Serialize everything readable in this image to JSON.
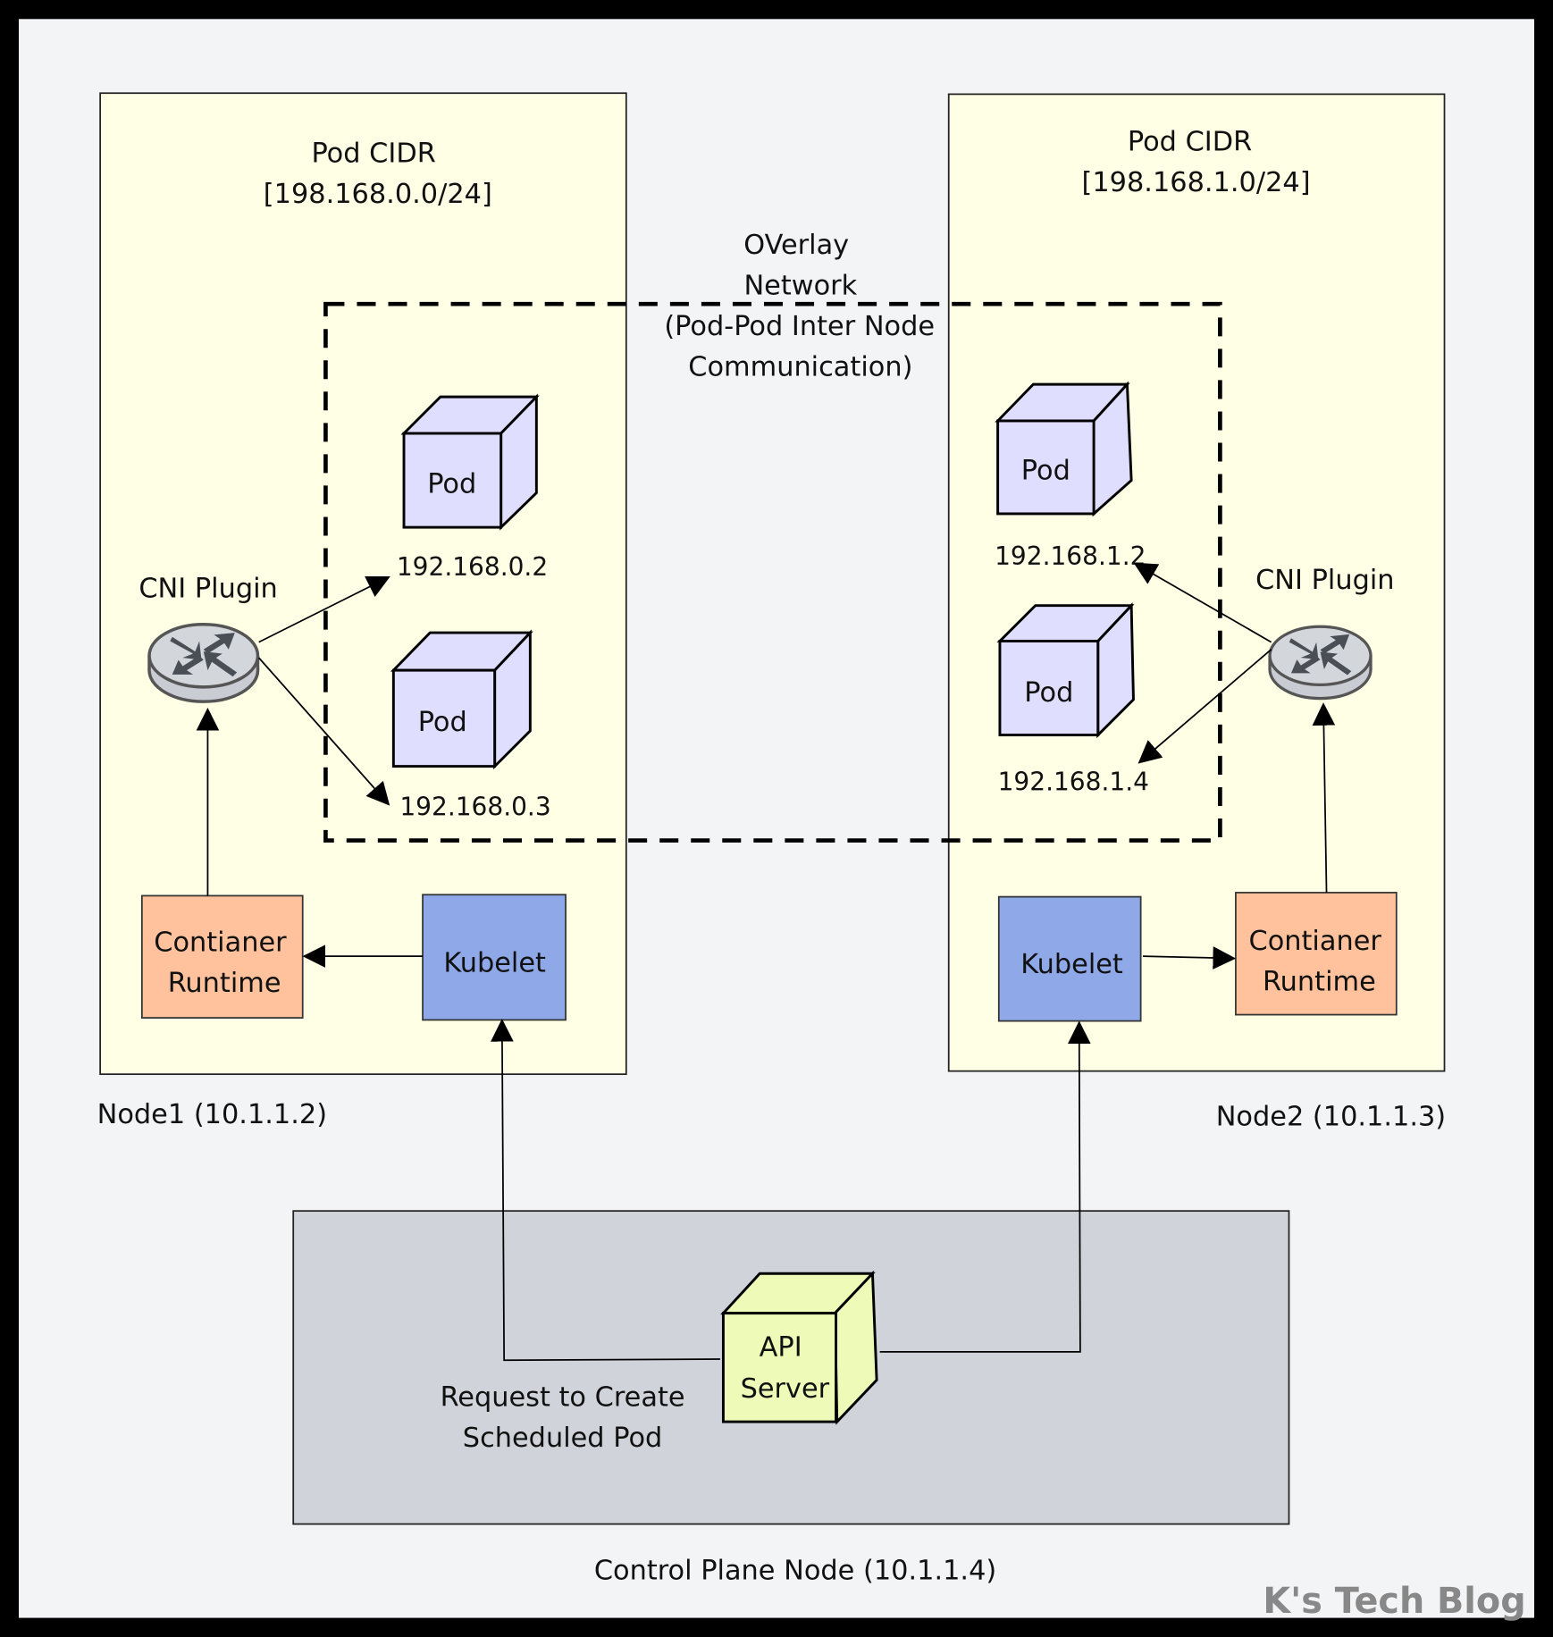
{
  "node1": {
    "label": "Node1 (10.1.1.2)",
    "pod_cidr": [
      "Pod CIDR",
      "[198.168.0.0/24]"
    ],
    "cni_label": "CNI Plugin",
    "pods": [
      {
        "label": "Pod",
        "ip": "192.168.0.2"
      },
      {
        "label": "Pod",
        "ip": "192.168.0.3"
      }
    ],
    "runtime": [
      "Contianer",
      "Runtime"
    ],
    "kubelet": "Kubelet"
  },
  "node2": {
    "label": "Node2 (10.1.1.3)",
    "pod_cidr": [
      "Pod CIDR",
      "[198.168.1.0/24]"
    ],
    "cni_label": "CNI Plugin",
    "pods": [
      {
        "label": "Pod",
        "ip": "192.168.1.2"
      },
      {
        "label": "Pod",
        "ip": "192.168.1.4"
      }
    ],
    "runtime": [
      "Contianer",
      "Runtime"
    ],
    "kubelet": "Kubelet"
  },
  "overlay": [
    "OVerlay",
    "Network",
    "(Pod-Pod Inter Node",
    "Communication)"
  ],
  "control_plane": {
    "label": "Control Plane Node  (10.1.1.4)",
    "api_server": [
      "API",
      "Server"
    ],
    "request": [
      "Request to Create",
      "Scheduled Pod"
    ]
  },
  "watermark": "K's Tech Blog",
  "colors": {
    "node": "#ffffe6",
    "pod": "#e0deff",
    "runtime": "#ffc29d",
    "kubelet": "#8ea8e8",
    "control": "#d0d4da",
    "api": "#eefab8",
    "bg": "#f3f4f6"
  },
  "icons": [
    "router-icon"
  ]
}
